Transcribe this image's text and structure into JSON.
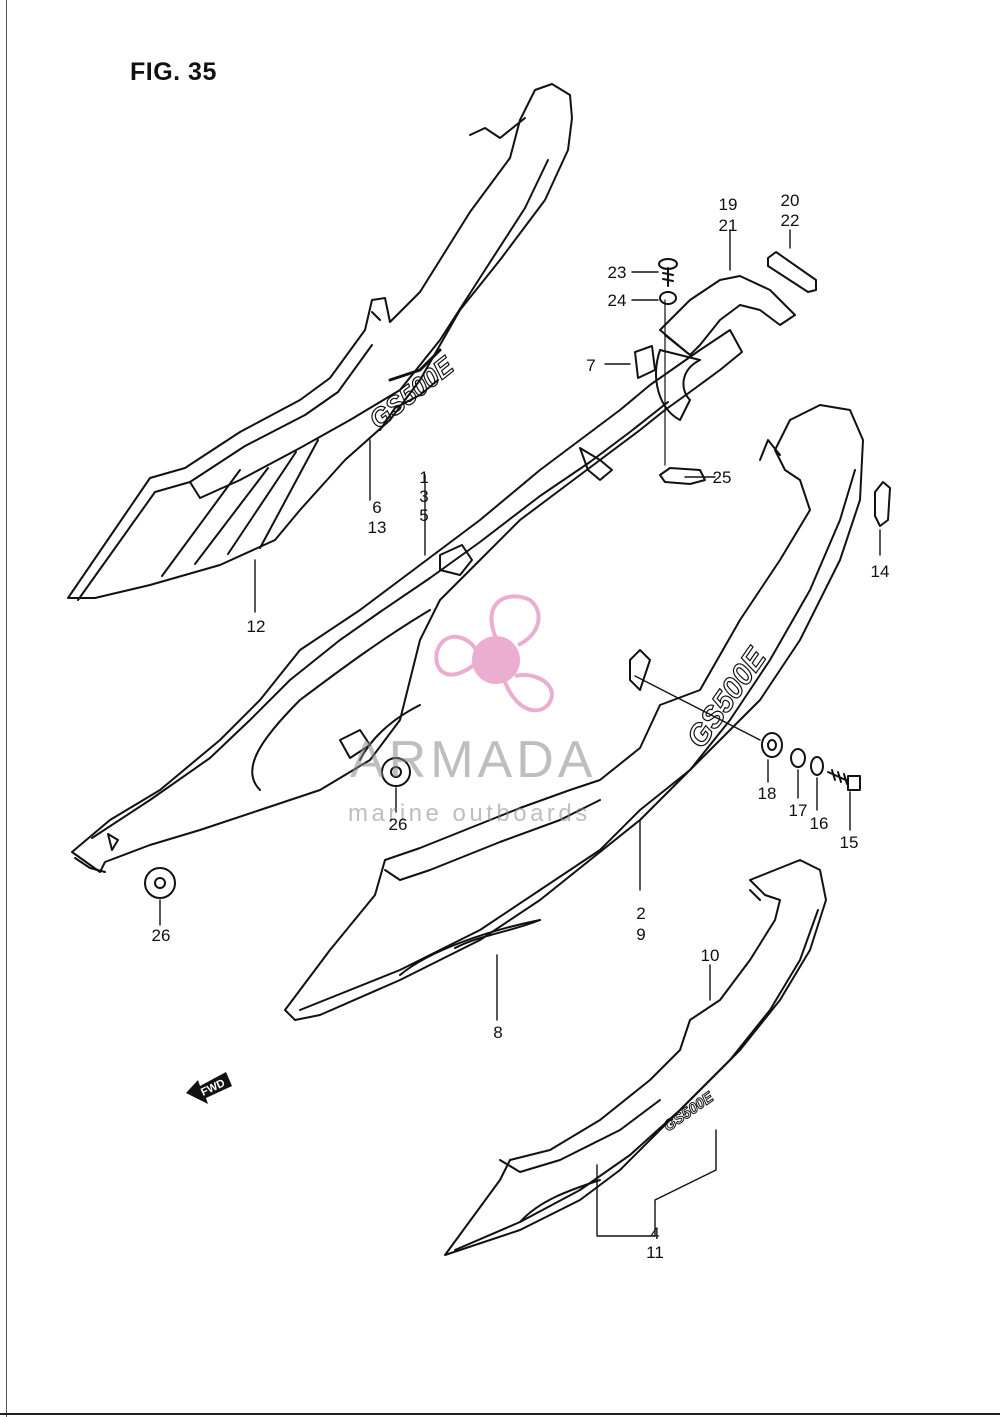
{
  "figure": {
    "title": "FIG. 35"
  },
  "labels": {
    "l1": "1",
    "l3": "3",
    "l5": "5",
    "l6": "6",
    "l13": "13",
    "l12": "12",
    "l19": "19",
    "l21": "21",
    "l20": "20",
    "l22": "22",
    "l23": "23",
    "l24": "24",
    "l7": "7",
    "l25": "25",
    "l14": "14",
    "l18": "18",
    "l17": "17",
    "l16": "16",
    "l15": "15",
    "l26a": "26",
    "l26b": "26",
    "l2": "2",
    "l9": "9",
    "l8": "8",
    "l10": "10",
    "l4": "4",
    "l11": "11"
  },
  "part_text": {
    "logo_upper": "GS500E",
    "logo_middle": "GS500E",
    "logo_lower": "GS500E",
    "fwd_arrow": "FWD"
  },
  "watermark": {
    "brand": "ARMADA",
    "tagline": "marine outboards",
    "logo_color": "#e8a0c8",
    "text_color": "#8a8a8a"
  }
}
